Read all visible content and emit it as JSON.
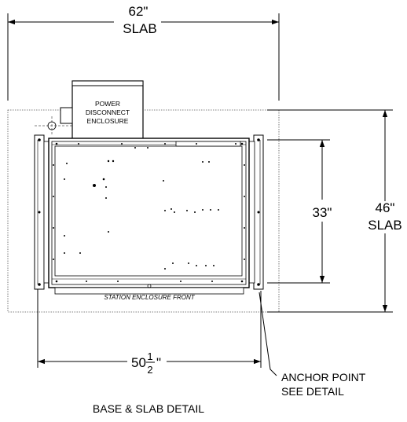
{
  "drawing": {
    "slab_width_value": "62\"",
    "slab_width_label": "SLAB",
    "slab_depth_value": "46\"",
    "slab_depth_label": "SLAB",
    "enclosure_depth_value": "33\"",
    "base_width_whole": "50",
    "base_width_numerator": "1",
    "base_width_denominator": "2",
    "base_width_unit": "\"",
    "power_box_line1": "POWER",
    "power_box_line2": "DISCONNECT",
    "power_box_line3": "ENCLOSURE",
    "station_front_label": "STATION ENCLOSURE FRONT",
    "anchor_label_line1": "ANCHOR POINT",
    "anchor_label_line2": "SEE DETAIL",
    "title": "BASE & SLAB DETAIL"
  }
}
